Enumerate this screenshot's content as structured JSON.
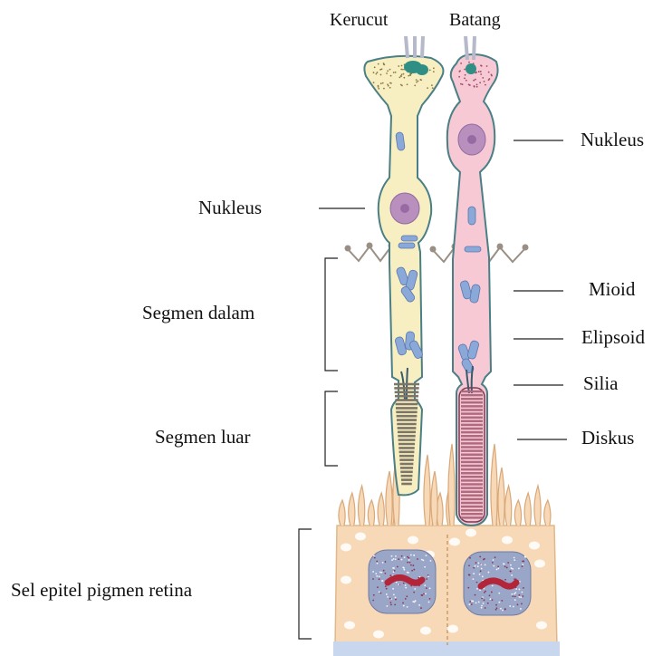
{
  "headers": {
    "cone": "Kerucut",
    "rod": "Batang"
  },
  "labels": {
    "nucleus_left": "Nukleus",
    "inner_segment": "Segmen dalam",
    "outer_segment": "Segmen luar",
    "rpe": "Sel epitel pigmen retina",
    "nucleus_right": "Nukleus",
    "myoid": "Mioid",
    "ellipsoid": "Elipsoid",
    "cilia": "Silia",
    "discs": "Diskus"
  },
  "colors": {
    "cone_fill": "#f7efc2",
    "rod_fill": "#f6c9d4",
    "outline": "#4a7f86",
    "nucleus": "#b990bd",
    "mitochondria": "#8aa8d8",
    "cone_discs": "#7d7565",
    "rod_discs": "#b06a7f",
    "synapse": "#2f8f84",
    "rpe_fill": "#f7d9b8",
    "rpe_nucleus": "#9aa6c8",
    "pigment": "#b3263a",
    "membrane": "#c8d6ee"
  }
}
